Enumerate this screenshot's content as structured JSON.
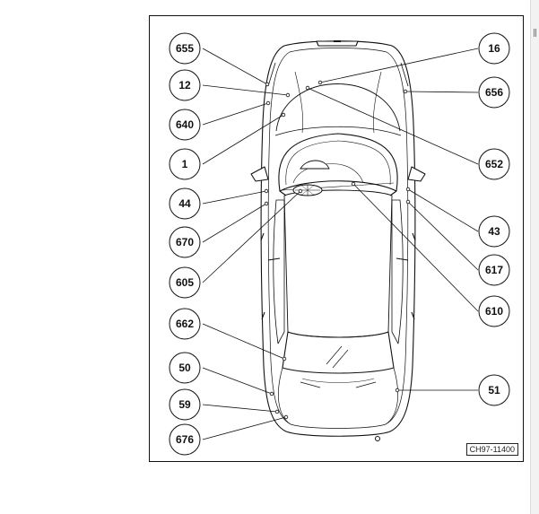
{
  "diagram": {
    "reference_code": "CH97-11400",
    "callouts_left": [
      "655",
      "12",
      "640",
      "1",
      "44",
      "670",
      "605",
      "662",
      "50",
      "59",
      "676"
    ],
    "callouts_right": [
      "16",
      "656",
      "652",
      "43",
      "617",
      "610",
      "51"
    ]
  },
  "colors": {
    "line": "#111111",
    "background": "#ffffff"
  }
}
